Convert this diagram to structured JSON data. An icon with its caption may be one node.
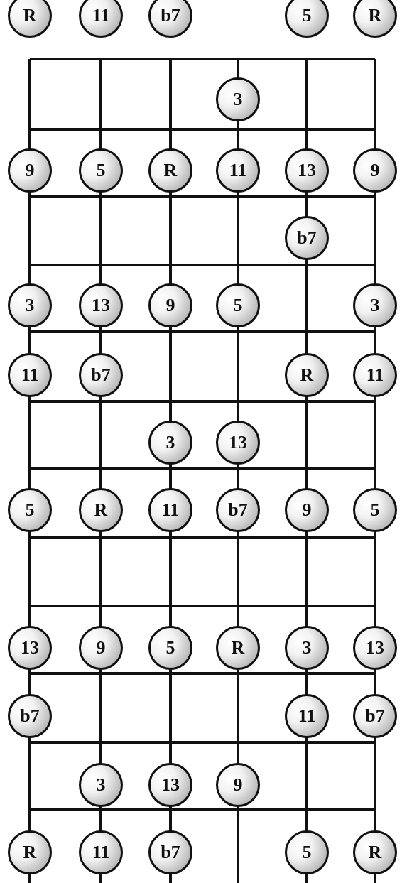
{
  "diagram": {
    "nodes": [
      {
        "text": [
          "R"
        ]
      },
      {
        "text": [
          "11"
        ]
      },
      {
        "text": [
          "b7"
        ]
      },
      {
        "text": [
          "5"
        ]
      },
      {
        "text": [
          "R"
        ]
      },
      {
        "text": [
          "3"
        ]
      },
      {
        "text": [
          "9"
        ]
      },
      {
        "text": [
          "5"
        ]
      },
      {
        "text": [
          "R"
        ]
      },
      {
        "text": [
          "11"
        ]
      },
      {
        "text": [
          "13"
        ]
      },
      {
        "text": [
          "9"
        ]
      },
      {
        "text": [
          "b7"
        ]
      },
      {
        "text": [
          "3"
        ]
      },
      {
        "text": [
          "13"
        ]
      },
      {
        "text": [
          "9"
        ]
      },
      {
        "text": [
          "5"
        ]
      },
      {
        "text": [
          "3"
        ]
      },
      {
        "text": [
          "11"
        ]
      },
      {
        "text": [
          "b7"
        ]
      },
      {
        "text": [
          "R"
        ]
      },
      {
        "text": [
          "11"
        ]
      },
      {
        "text": [
          "3"
        ]
      },
      {
        "text": [
          "13"
        ]
      },
      {
        "text": [
          "5"
        ]
      },
      {
        "text": [
          "R"
        ]
      },
      {
        "text": [
          "11"
        ]
      },
      {
        "text": [
          "b7"
        ]
      },
      {
        "text": [
          "9"
        ]
      },
      {
        "text": [
          "5"
        ]
      },
      {
        "text": [
          "13"
        ]
      },
      {
        "text": [
          "9"
        ]
      },
      {
        "text": [
          "5"
        ]
      },
      {
        "text": [
          "R"
        ]
      },
      {
        "text": [
          "3"
        ]
      },
      {
        "text": [
          "13"
        ]
      },
      {
        "text": [
          "b7"
        ]
      },
      {
        "text": [
          "11"
        ]
      },
      {
        "text": [
          "b7"
        ]
      },
      {
        "text": [
          "3"
        ]
      },
      {
        "text": [
          "13"
        ]
      },
      {
        "text": [
          "9"
        ]
      },
      {
        "text": [
          "R"
        ]
      },
      {
        "text": [
          "11"
        ]
      },
      {
        "text": [
          "b7"
        ]
      },
      {
        "text": [
          "5"
        ]
      },
      {
        "text": [
          "R"
        ]
      }
    ]
  }
}
